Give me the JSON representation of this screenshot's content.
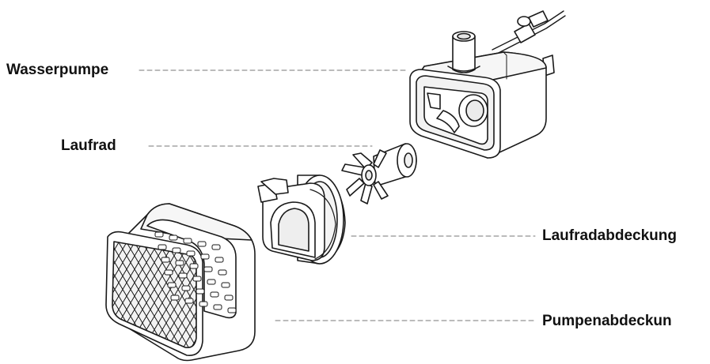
{
  "labels": {
    "water_pump": "Wasserpumpe",
    "impeller": "Laufrad",
    "impeller_cover": "Laufradabdeckung",
    "pump_cover": "Pumpenabdeckun"
  },
  "colors": {
    "line": "#1a1a1a",
    "fill": "#ffffff",
    "shade": "#e9e9e9",
    "text": "#111111"
  }
}
